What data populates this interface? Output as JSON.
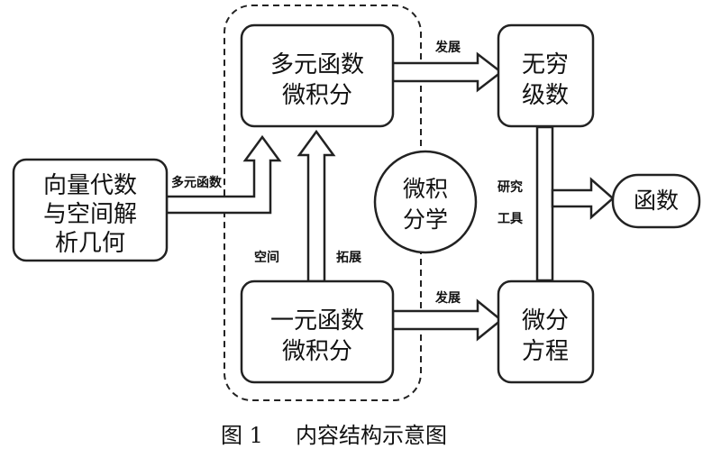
{
  "nodes": {
    "vector_algebra": [
      "向量代数",
      "与空间解",
      "析几何"
    ],
    "multivariable": [
      "多元函数",
      "微积分"
    ],
    "univariate": [
      "一元函数",
      "微积分"
    ],
    "infinite_series": [
      "无穷",
      "级数"
    ],
    "differential_equations": [
      "微分",
      "方程"
    ],
    "function": [
      "函数"
    ],
    "calculus_center": [
      "微积",
      "分学"
    ]
  },
  "edges": {
    "multivariable_function": "多元函数",
    "space": "空间",
    "extend": "拓展",
    "develop_top": "发展",
    "develop_bottom": "发展",
    "research_tool": [
      "研究",
      "工具"
    ]
  },
  "caption": {
    "figure_number": "图 1",
    "title": "内容结构示意图"
  },
  "colors": {
    "stroke": "#222222",
    "fill": "#ffffff",
    "text": "#111111"
  }
}
